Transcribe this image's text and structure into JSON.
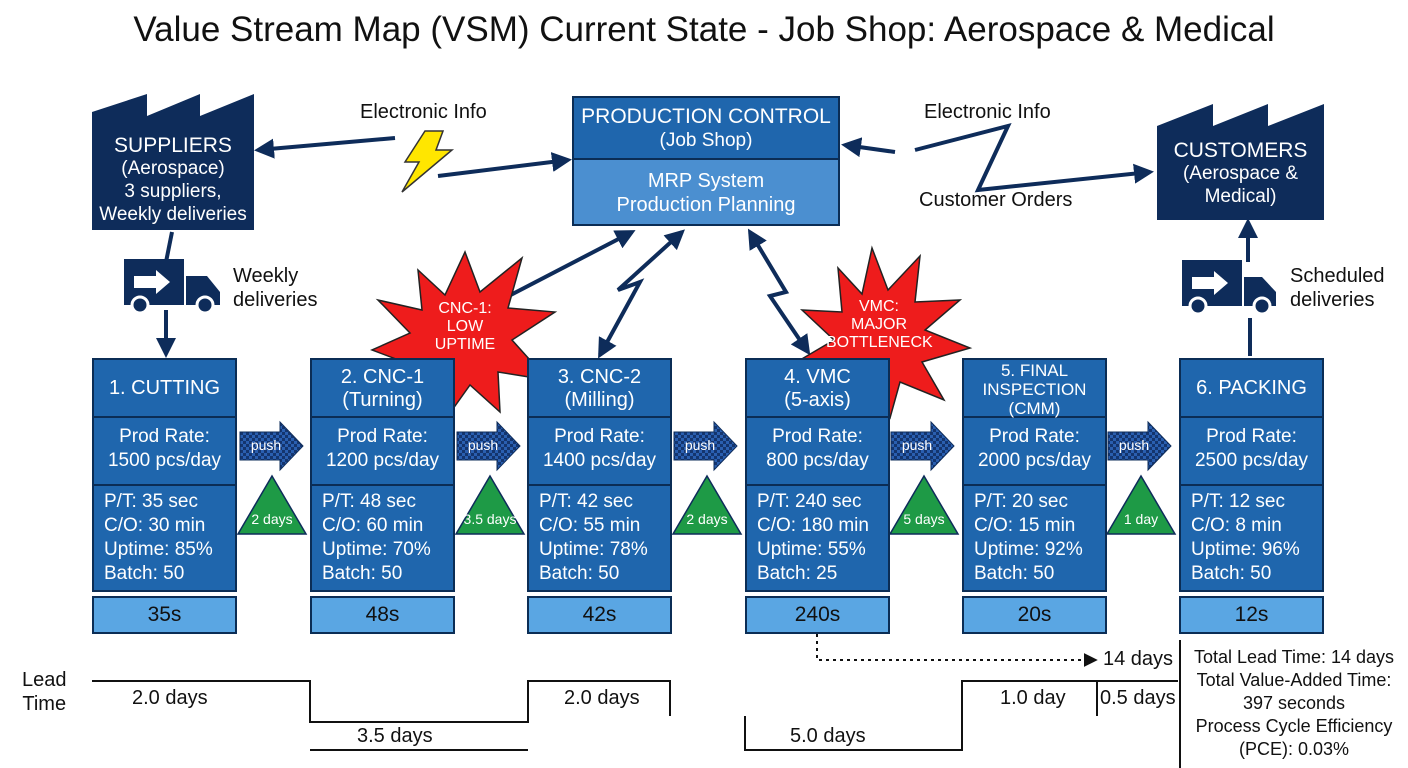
{
  "title": "Value Stream Map (VSM) Current State - Job Shop: Aerospace & Medical",
  "suppliers": {
    "lines": [
      "SUPPLIERS",
      "(Aerospace)",
      "3 suppliers,",
      "Weekly deliveries"
    ]
  },
  "customers": {
    "lines": [
      "CUSTOMERS",
      "(Aerospace &",
      "Medical)"
    ]
  },
  "production_control": {
    "title": "PRODUCTION CONTROL",
    "subtitle": "(Job Shop)",
    "system_line1": "MRP System",
    "system_line2": "Production Planning"
  },
  "info_left": "Electronic Info",
  "info_right": "Electronic Info",
  "customer_orders": "Customer Orders",
  "weekly_deliveries": [
    "Weekly",
    "deliveries"
  ],
  "scheduled_deliveries": [
    "Scheduled",
    "deliveries"
  ],
  "processes": [
    {
      "name": [
        "1. CUTTING"
      ],
      "rate_label": "Prod Rate:",
      "rate": "1500 pcs/day",
      "pt": "P/T: 35 sec",
      "co": "C/O: 30 min",
      "uptime": "Uptime: 85%",
      "batch": "Batch: 50",
      "ct": "35s"
    },
    {
      "name": [
        "2. CNC-1",
        "(Turning)"
      ],
      "rate_label": "Prod Rate:",
      "rate": "1200 pcs/day",
      "pt": "P/T: 48 sec",
      "co": "C/O: 60 min",
      "uptime": "Uptime: 70%",
      "batch": "Batch: 50",
      "ct": "48s"
    },
    {
      "name": [
        "3. CNC-2",
        "(Milling)"
      ],
      "rate_label": "Prod Rate:",
      "rate": "1400 pcs/day",
      "pt": "P/T: 42 sec",
      "co": "C/O: 55 min",
      "uptime": "Uptime: 78%",
      "batch": "Batch: 50",
      "ct": "42s"
    },
    {
      "name": [
        "4. VMC",
        "(5-axis)"
      ],
      "rate_label": "Prod Rate:",
      "rate": "800 pcs/day",
      "pt": "P/T: 240 sec",
      "co": "C/O: 180 min",
      "uptime": "Uptime: 55%",
      "batch": "Batch: 25",
      "ct": "240s"
    },
    {
      "name": [
        "5. FINAL",
        "INSPECTION",
        "(CMM)"
      ],
      "rate_label": "Prod Rate:",
      "rate": "2000 pcs/day",
      "pt": "P/T: 20 sec",
      "co": "C/O: 15 min",
      "uptime": "Uptime: 92%",
      "batch": "Batch: 50",
      "ct": "20s"
    },
    {
      "name": [
        "6. PACKING"
      ],
      "rate_label": "Prod Rate:",
      "rate": "2500 pcs/day",
      "pt": "P/T: 12 sec",
      "co": "C/O: 8 min",
      "uptime": "Uptime: 96%",
      "batch": "Batch: 50",
      "ct": "12s"
    }
  ],
  "push_label": "push",
  "inventory": [
    "2 days",
    "3.5 days",
    "2 days",
    "5 days",
    "1 day"
  ],
  "bursts": [
    {
      "lines": [
        "CNC-1:",
        "LOW",
        "UPTIME"
      ]
    },
    {
      "lines": [
        "VMC:",
        "MAJOR",
        "BOTTLENECK"
      ]
    }
  ],
  "timeline": {
    "label": [
      "Lead",
      "Time"
    ],
    "upper": [
      "2.0 days",
      "2.0 days",
      "1.0 day",
      "0.5 days"
    ],
    "lower": [
      "3.5 days",
      "5.0 days"
    ],
    "total": "14 days"
  },
  "summary": {
    "line1": "Total Lead Time: 14 days",
    "line2": "Total Value-Added Time:",
    "line3": "397 seconds",
    "line4": "Process Cycle Efficiency",
    "line5": "(PCE): 0.03%"
  },
  "colors": {
    "navy": "#0e2c5a",
    "process_blue": "#1f66ad",
    "cycle_blue": "#5aa6e3",
    "inventory_green": "#1e9a46",
    "burst_red": "#ee1c1c"
  }
}
